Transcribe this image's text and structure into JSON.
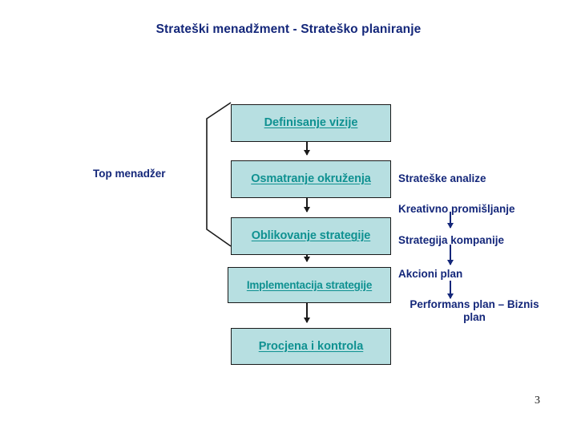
{
  "slide": {
    "title": "Strateški menadžment - Strateško planiranje",
    "page_number": "3",
    "colors": {
      "title_navy": "#14277a",
      "box_fill": "#b7dfe1",
      "box_border": "#1a1a1a",
      "box_text_teal": "#0f9191",
      "label_navy": "#14277a"
    }
  },
  "left_label": {
    "text": "Top menadžer"
  },
  "flow": {
    "boxes": [
      {
        "id": "vizija",
        "label": "Definisanje vizije"
      },
      {
        "id": "osmatranje",
        "label": "Osmatranje okruženja"
      },
      {
        "id": "oblikovanje",
        "label": "Oblikovanje strategije"
      },
      {
        "id": "implementacija",
        "label": "Implementacija strategije"
      },
      {
        "id": "procjena",
        "label": "Procjena i kontrola"
      }
    ]
  },
  "outputs": {
    "items": [
      {
        "id": "analize",
        "label": "Strateške analize"
      },
      {
        "id": "kreativno",
        "label": "Kreativno promišljanje"
      },
      {
        "id": "strategija",
        "label": "Strategija kompanije"
      },
      {
        "id": "akcioni",
        "label": "Akcioni plan"
      },
      {
        "id": "performans",
        "label": "Performans plan\n– Biznis plan"
      }
    ]
  }
}
